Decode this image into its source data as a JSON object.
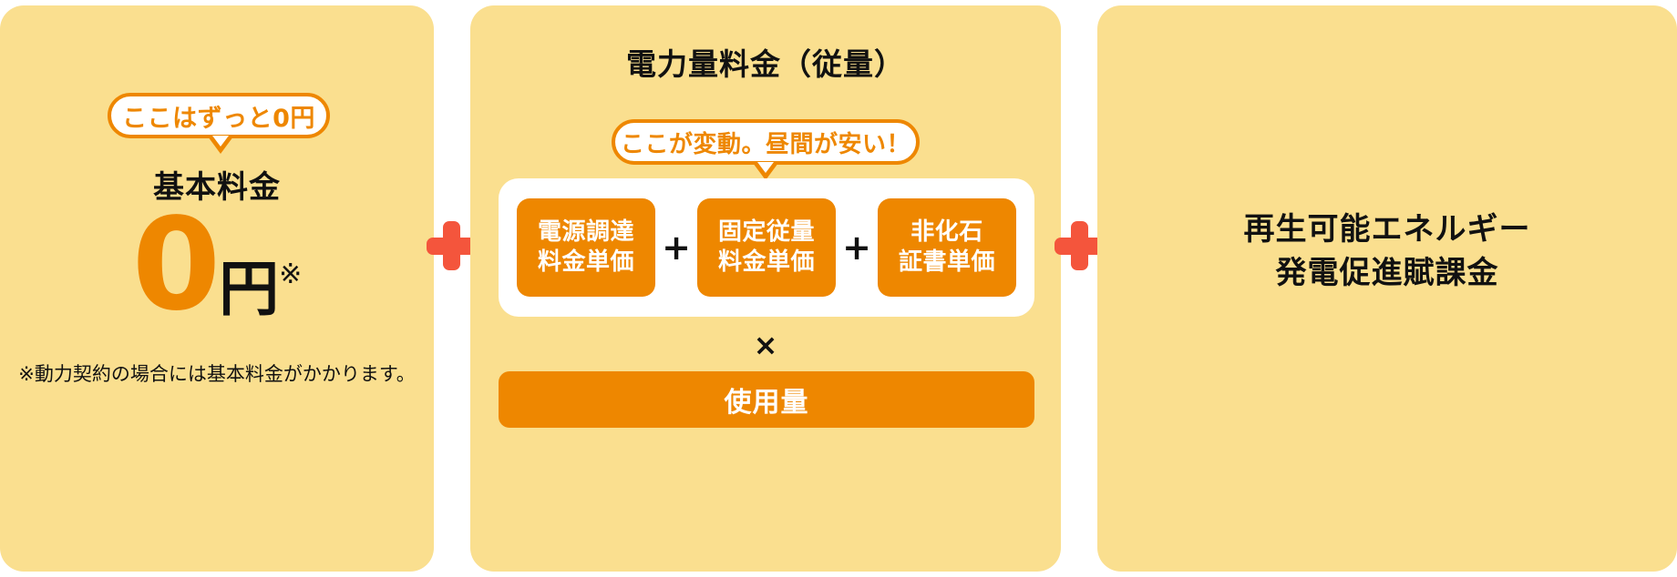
{
  "diagram": {
    "sections": [
      {
        "id": "basic-charge",
        "badge": "ここはずっと0円",
        "label": "基本料金",
        "amount_number": "0",
        "amount_unit": "円",
        "amount_mark": "※",
        "note": "※動力契約の場合には基本料金がかかります。"
      },
      {
        "id": "energy-charge",
        "title": "電力量料金（従量）",
        "badge": "ここが変動。昼間が安い！",
        "unit_chips": [
          {
            "line1": "電源調達",
            "line2": "料金単価"
          },
          {
            "line1": "固定従量",
            "line2": "料金単価"
          },
          {
            "line1": "非化石",
            "line2": "証書単価"
          }
        ],
        "chip_operator": "+",
        "multiply_operator": "×",
        "quantity_label": "使用量"
      },
      {
        "id": "renewable-levy",
        "label_line1": "再生可能エネルギー",
        "label_line2": "発電促進賦課金"
      }
    ],
    "operators": {
      "plus_1": "+",
      "plus_2": "+"
    },
    "colors": {
      "card_background": "#FADF8F",
      "accent_orange": "#EE8700",
      "plus_red": "#F4553C",
      "text_dark": "#111111",
      "panel_white": "#FFFFFF"
    }
  }
}
